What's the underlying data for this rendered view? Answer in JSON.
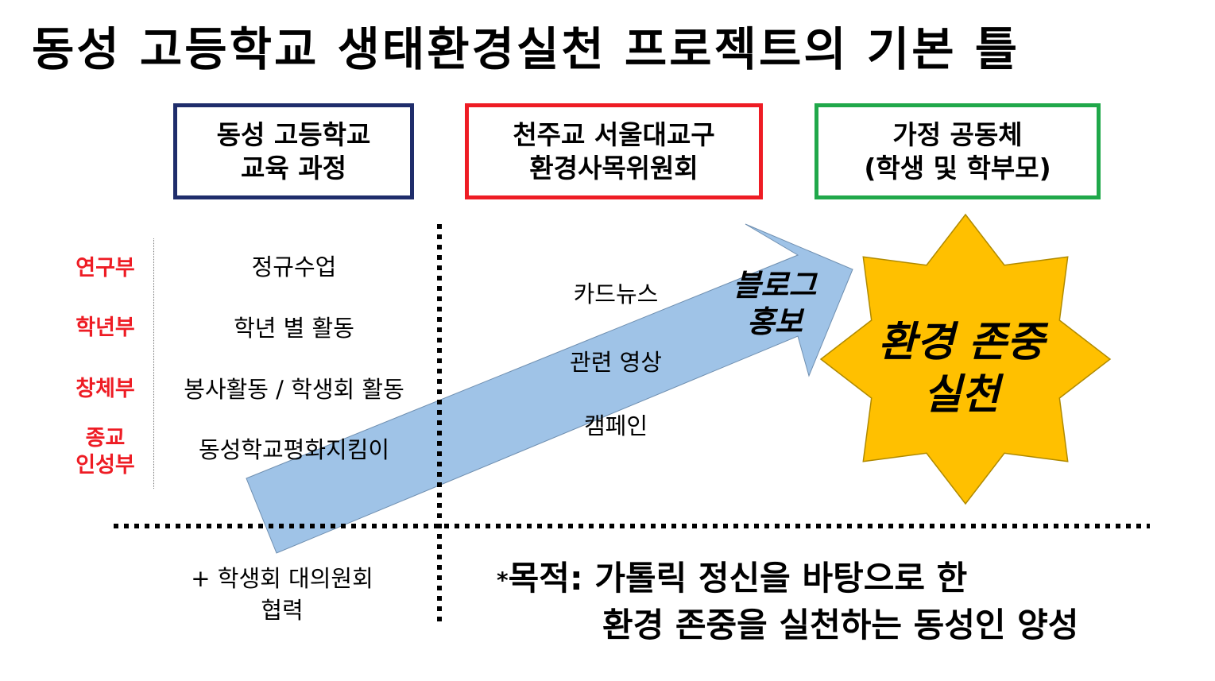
{
  "title": "동성 고등학교 생태환경실천 프로젝트의 기본 틀",
  "boxes": [
    {
      "line1": "동성 고등학교",
      "line2": "교육 과정",
      "color": "#1f2d6b"
    },
    {
      "line1": "천주교 서울대교구",
      "line2": "환경사목위원회",
      "color": "#ee1c24"
    },
    {
      "line1": "가정 공동체",
      "line2": "(학생 및 학부모)",
      "color": "#20a84a"
    }
  ],
  "departments": [
    {
      "name": "연구부",
      "activity": "정규수업"
    },
    {
      "name": "학년부",
      "activity": "학년 별 활동"
    },
    {
      "name": "창체부",
      "activity": "봉사활동 / 학생회 활동"
    },
    {
      "name": "종교\n인성부",
      "activity": "동성학교평화지킴이"
    }
  ],
  "dept_color": "#ee1c24",
  "middle_items": [
    "카드뉴스",
    "관련 영상",
    "캠페인"
  ],
  "blog": "블로그\n홍보",
  "star_text": "환경 존중\n실천",
  "star_color": "#ffc000",
  "arrow_color": "#9fc3e7",
  "council": "+ 학생회 대의원회\n협력",
  "goal": {
    "marker": "*",
    "line1": "목적: 가톨릭 정신을 바탕으로 한",
    "line2": "환경 존중을 실천하는 동성인 양성"
  }
}
